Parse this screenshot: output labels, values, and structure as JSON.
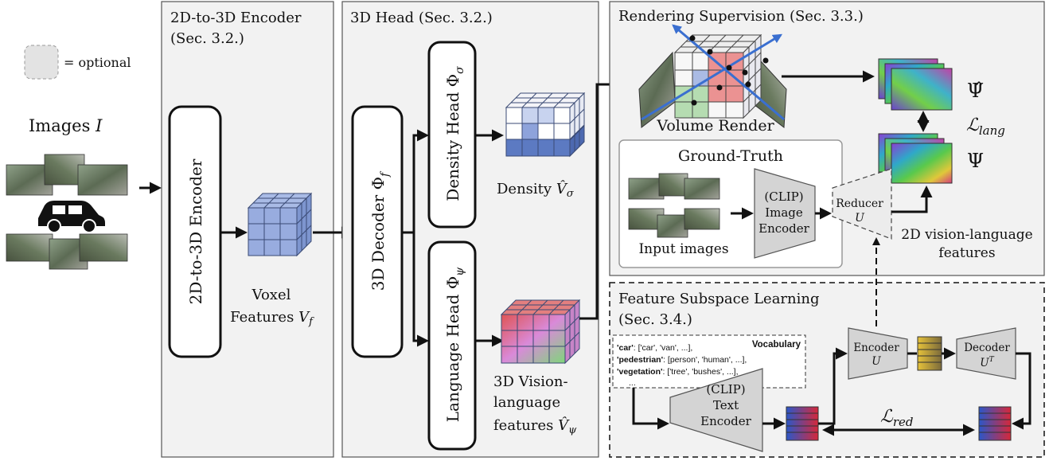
{
  "legend": {
    "optional_label": "= optional"
  },
  "inputs": {
    "images_label": "Images",
    "images_symbol": "I"
  },
  "encoder": {
    "title_line1": "2D-to-3D Encoder",
    "title_line2": "(Sec. 3.2.)",
    "block_label": "2D-to-3D Encoder",
    "voxel_label_line1": "Voxel",
    "voxel_label_line2": "Features",
    "voxel_symbol": "V",
    "voxel_sub": "f"
  },
  "head": {
    "title": "3D Head (Sec. 3.2.)",
    "decoder_label": "3D Decoder Φ",
    "decoder_sub": "f",
    "density_label": "Density Head Φ",
    "density_sub": "σ",
    "language_label": "Language Head Φ",
    "language_sub": "ψ",
    "density_out_label": "Density",
    "density_out_symbol": "V̂",
    "density_out_sub": "σ",
    "vl_out_line1": "3D Vision-",
    "vl_out_line2": "language",
    "vl_out_line3": "features",
    "vl_out_symbol": "V̂",
    "vl_out_sub": "ψ"
  },
  "rendering": {
    "title": "Rendering Supervision (Sec. 3.3.)",
    "volume_render_label": "Volume Render",
    "pred_symbol": "Ψ̂",
    "gt_symbol": "Ψ",
    "loss_symbol": "ℒ",
    "loss_sub": "lang",
    "gt_title": "Ground-Truth",
    "input_images_label": "Input images",
    "clip_line1": "(CLIP)",
    "clip_line2": "Image",
    "clip_line3": "Encoder",
    "reducer_line1": "Reducer",
    "reducer_line2": "U",
    "features_line1": "2D vision-language",
    "features_line2": "features"
  },
  "subspace": {
    "title_line1": "Feature Subspace Learning",
    "title_line2": "(Sec. 3.4.)",
    "vocab_title": "Vocabulary",
    "vocab_lines": [
      {
        "key": "'car'",
        "rest": ": ['car',  'van',  ...],"
      },
      {
        "key": "'pedestrian'",
        "rest": ": [person',   'human',  ...],"
      },
      {
        "key": "'vegetation'",
        "rest": ": ['tree',  'bushes',  ...],"
      },
      {
        "key": "",
        "rest": "..."
      }
    ],
    "text_enc_line1": "(CLIP)",
    "text_enc_line2": "Text",
    "text_enc_line3": "Encoder",
    "encoder_line1": "Encoder",
    "encoder_line2": "U",
    "decoder_line1": "Decoder",
    "decoder_line2": "U",
    "decoder_sup": "T",
    "loss_symbol": "ℒ",
    "loss_sub": "red"
  }
}
